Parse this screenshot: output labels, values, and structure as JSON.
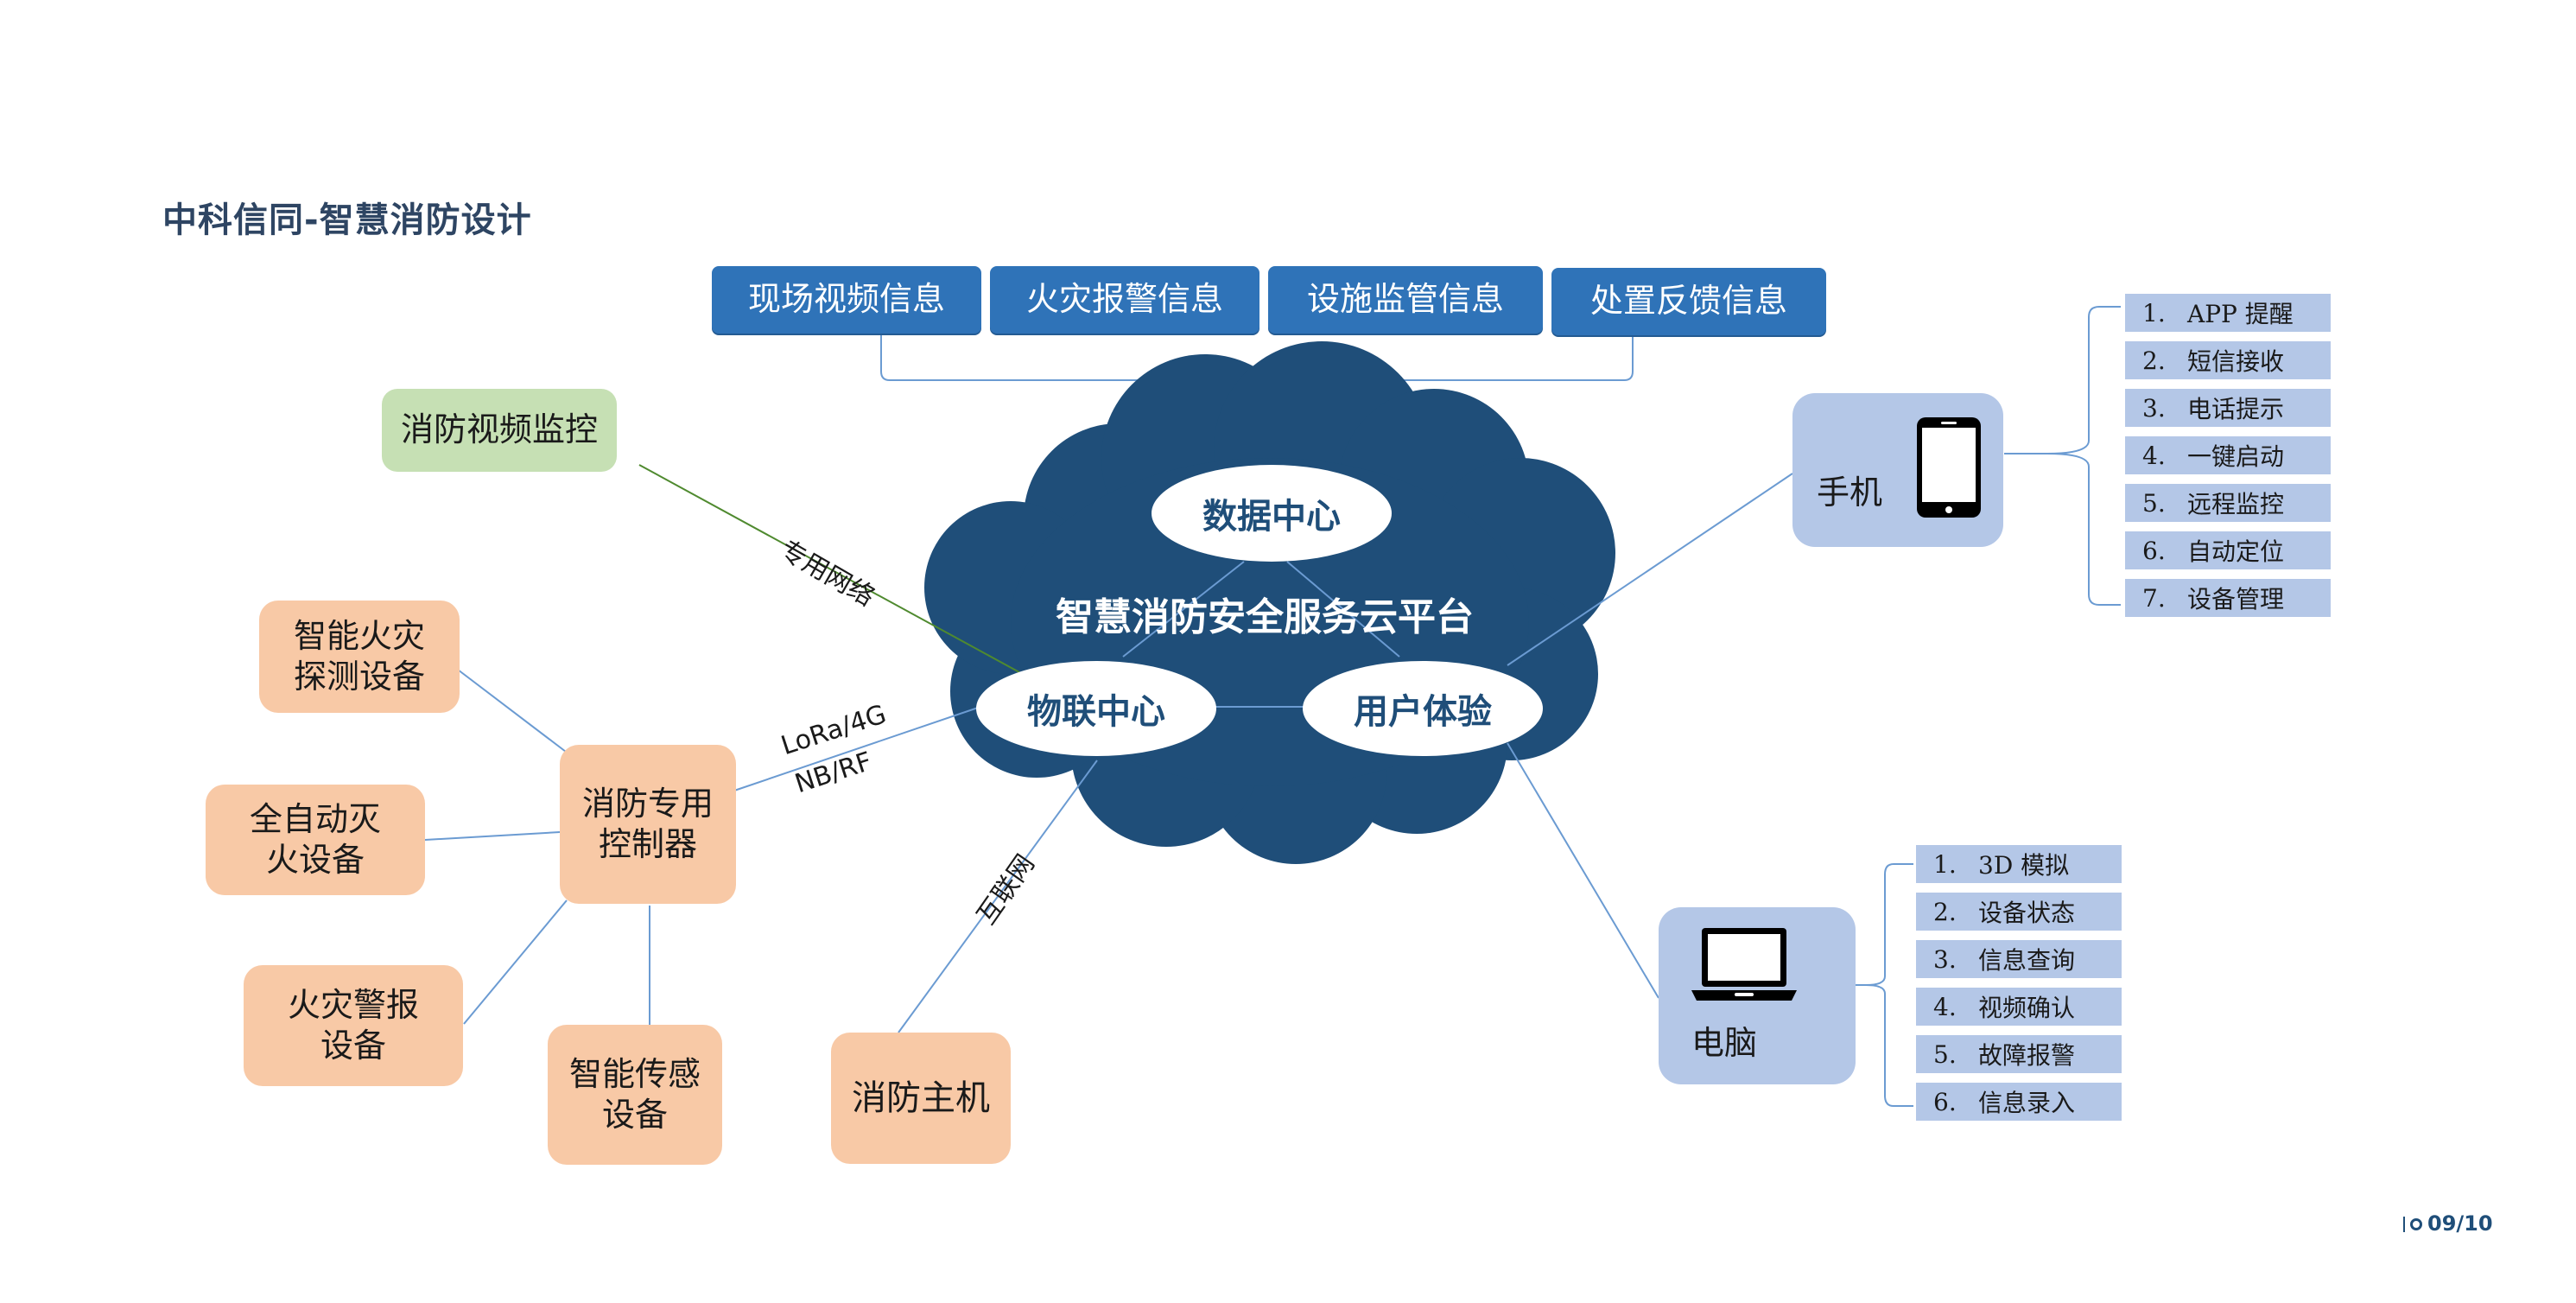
{
  "title": "中科信同-智慧消防设计",
  "info_boxes": [
    "现场视频信息",
    "火灾报警信息",
    "设施监管信息",
    "处置反馈信息"
  ],
  "cloud": {
    "title": "智慧消防安全服务云平台",
    "data_center": "数据中心",
    "iot_center": "物联中心",
    "user_experience": "用户体验"
  },
  "video_monitor": "消防视频监控",
  "controller": "消防专用控制器",
  "devices_left": {
    "fire_detector": "智能火灾探测设备",
    "extinguisher": "全自动灭火设备",
    "alarm": "火灾警报设备",
    "sensor": "智能传感设备"
  },
  "host": "消防主机",
  "network_labels": {
    "dedicated": "专用网络",
    "lora_line1": "LoRa/4G",
    "lora_line2": "NB/RF",
    "internet": "互联网"
  },
  "phone": {
    "label": "手机",
    "icon": "smartphone-icon",
    "features": [
      {
        "num": "1.",
        "text": "APP 提醒"
      },
      {
        "num": "2.",
        "text": "短信接收"
      },
      {
        "num": "3.",
        "text": "电话提示"
      },
      {
        "num": "4.",
        "text": "一键启动"
      },
      {
        "num": "5.",
        "text": "远程监控"
      },
      {
        "num": "6.",
        "text": "自动定位"
      },
      {
        "num": "7.",
        "text": "设备管理"
      }
    ]
  },
  "computer": {
    "label": "电脑",
    "icon": "laptop-icon",
    "features": [
      {
        "num": "1.",
        "text": "3D 模拟"
      },
      {
        "num": "2.",
        "text": "设备状态"
      },
      {
        "num": "3.",
        "text": "信息查询"
      },
      {
        "num": "4.",
        "text": "视频确认"
      },
      {
        "num": "5.",
        "text": "故障报警"
      },
      {
        "num": "6.",
        "text": "信息录入"
      }
    ]
  },
  "page_number": "09/10",
  "colors": {
    "cloud": "#1f4e79",
    "info_box": "#2f73b8",
    "peach": "#f8c9a6",
    "green": "#c6e0b4",
    "device": "#b4c7e7",
    "line": "#6b9bd2"
  }
}
